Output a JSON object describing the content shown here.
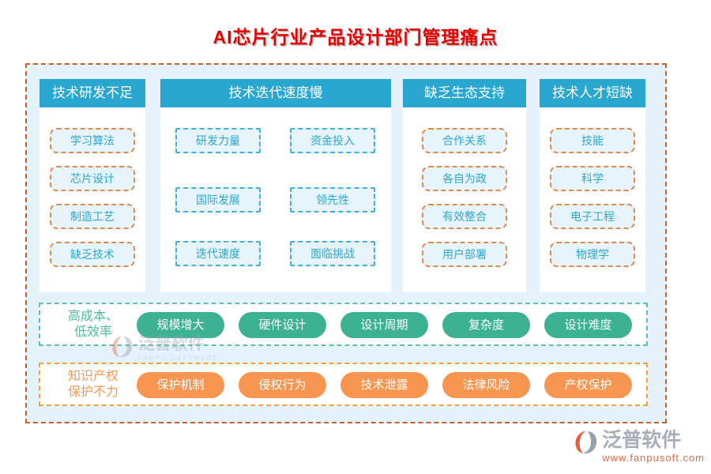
{
  "title": "AI芯片行业产品设计部门管理痛点",
  "columns": [
    {
      "header": "技术研发不足",
      "items": [
        "学习算法",
        "芯片设计",
        "制造工艺",
        "缺乏技术"
      ]
    },
    {
      "header": "技术迭代速度慢",
      "items": [
        "研发力量",
        "资金投入",
        "国际发展",
        "领先性",
        "迭代速度",
        "面临挑战"
      ]
    },
    {
      "header": "缺乏生态支持",
      "items": [
        "合作关系",
        "各自为政",
        "有效整合",
        "用户部署"
      ]
    },
    {
      "header": "技术人才短缺",
      "items": [
        "技能",
        "科学",
        "电子工程",
        "物理学"
      ]
    }
  ],
  "bottom_rows": [
    {
      "label": "高成本、低效率",
      "label_lines": [
        "高成本、",
        "低效率"
      ],
      "pills": [
        "规模增大",
        "硬件设计",
        "设计周期",
        "复杂度",
        "设计难度"
      ],
      "theme": "green"
    },
    {
      "label": "知识产权保护不力",
      "label_lines": [
        "知识产权",
        "保护不力"
      ],
      "pills": [
        "保护机制",
        "侵权行为",
        "技术泄露",
        "法律风险",
        "产权保护"
      ],
      "theme": "orange"
    }
  ],
  "watermark": {
    "brand": "泛普软件",
    "brand_en": "FANPU SOFTWARE"
  },
  "footer_logo": {
    "brand": "泛普软件",
    "website": "www.fanpusoft.com"
  },
  "colors": {
    "title_red": "#e60000",
    "header_blue": "#29a7d1",
    "panel_bg": "#e6f2fb",
    "outer_dash": "#c2632b",
    "item_dash_orange": "#dd8a4c",
    "item_dash_blue": "#3fb0dc",
    "item_text_blue": "#2aa8d2",
    "green_pill": "#3db292",
    "orange_pill": "#f79551",
    "logo_url_color": "#e56a4a"
  }
}
